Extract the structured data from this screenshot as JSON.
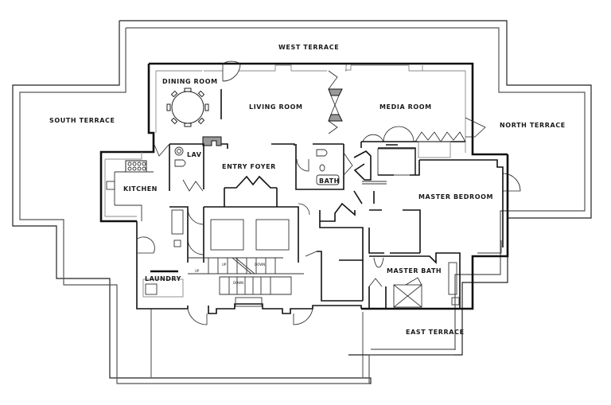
{
  "plan": {
    "type": "architectural-floor-plan",
    "terraces": {
      "west": "WEST TERRACE",
      "south": "SOUTH TERRACE",
      "north": "NORTH TERRACE",
      "east": "EAST TERRACE"
    },
    "rooms": {
      "dining": "DINING ROOM",
      "living": "LIVING ROOM",
      "media": "MEDIA ROOM",
      "lav": "LAV",
      "entry": "ENTRY FOYER",
      "bath": "BATH",
      "kitchen": "KITCHEN",
      "master_bedroom": "MASTER BEDROOM",
      "laundry": "LAUNDRY",
      "master_bath": "MASTER BATH"
    },
    "stair_labels": {
      "up": "UP",
      "down1": "DOWN",
      "down2": "DOWN",
      "up_small": "UP"
    },
    "colors": {
      "background": "#ffffff",
      "wall": "#111111",
      "hatch": "#9a9a9a"
    }
  }
}
